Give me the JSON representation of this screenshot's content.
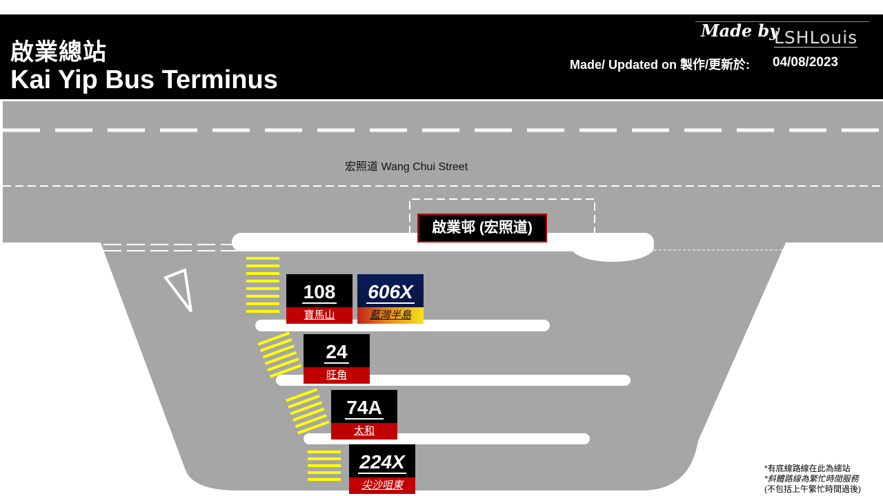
{
  "header": {
    "title_zh": "啟業總站",
    "title_en": "Kai Yip Bus Terminus",
    "made_by": "Made by",
    "author": "LSHLouis",
    "updated_label": "Made/ Updated on 製作/更新於:",
    "updated_date": "04/08/2023"
  },
  "map": {
    "street_label": "宏照道 Wang Chui Street",
    "main_stop": "啟業邨 (宏照道)",
    "colors": {
      "road": "#a6a6a6",
      "header": "#000000",
      "route_dest": "#c00000",
      "crossing": "#ffff00"
    }
  },
  "routes": [
    {
      "number": "108",
      "destination": "寶馬山",
      "italic": false
    },
    {
      "number": "606X",
      "destination": "藍灣半島",
      "italic": true
    },
    {
      "number": "24",
      "destination": "旺角",
      "italic": false
    },
    {
      "number": "74A",
      "destination": "太和",
      "italic": false
    },
    {
      "number": "224X",
      "destination": "尖沙咀東",
      "italic": true
    }
  ],
  "notes": {
    "line1": "*有底線路線在此為總站",
    "line2": "*斜體路線為繁忙時間服務",
    "line3": "(不包括上午繁忙時間過後)"
  }
}
